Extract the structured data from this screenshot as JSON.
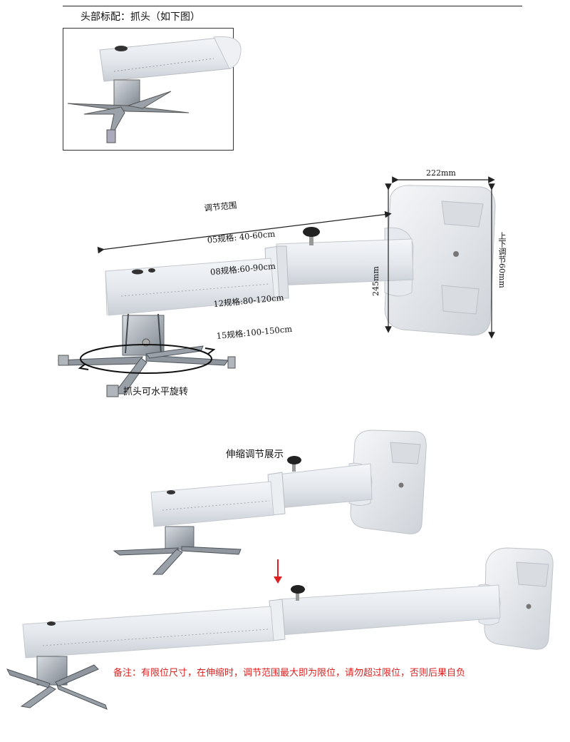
{
  "inset": {
    "label": "头部标配：抓头（如下图）"
  },
  "range": {
    "title": "调节范围",
    "specs": [
      "05规格: 40-60cm",
      "08规格:60-90cm",
      "12规格:80-120cm",
      "15规格:100-150cm"
    ]
  },
  "dimensions": {
    "width": "222mm",
    "vertical_adjust": "上下调节60mm",
    "height": "245mm"
  },
  "captions": {
    "rotate": "抓头可水平旋转",
    "demo": "伸缩调节展示"
  },
  "note": "备注：有限位尺寸，在伸缩时，调节范围最大即为限位，请勿超过限位，否则后果自负",
  "colors": {
    "note": "#e02020",
    "metal": "#e6e9ee",
    "bracket": "#9aa1a8",
    "arrow_red": "#e02020"
  }
}
